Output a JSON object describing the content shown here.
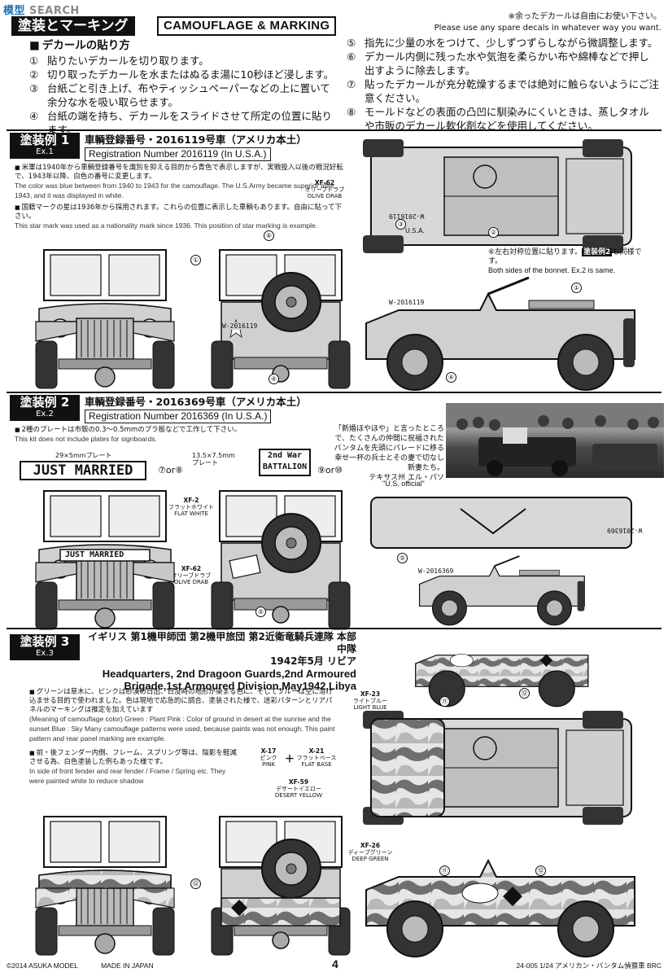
{
  "watermark": {
    "logo": "模型",
    "text": "SEARCH"
  },
  "header": {
    "badge": "塗装とマーキング",
    "title": "CAMOUFLAGE & MARKING",
    "note_jp": "※余ったデカールは自由にお使い下さい。",
    "note_en": "Please use any spare decals in whatever way you want."
  },
  "instructions": {
    "heading": "デカールの貼り方",
    "steps": [
      {
        "n": "①",
        "text": "貼りたいデカールを切り取ります。"
      },
      {
        "n": "②",
        "text": "切り取ったデカールを水またはぬるま湯に10秒ほど浸します。"
      },
      {
        "n": "③",
        "text": "台紙ごと引き上げ、布やティッシュペーパーなどの上に置いて余分な水を吸い取らせます。"
      },
      {
        "n": "④",
        "text": "台紙の端を持ち、デカールをスライドさせて所定の位置に貼ります。"
      },
      {
        "n": "⑤",
        "text": "指先に少量の水をつけて、少しずつずらしながら微調整します。"
      },
      {
        "n": "⑥",
        "text": "デカール内側に残った水や気泡を柔らかい布や綿棒などで押し出すように除去します。"
      },
      {
        "n": "⑦",
        "text": "貼ったデカールが充分乾燥するまでは絶対に触らないようにご注意ください。"
      },
      {
        "n": "⑧",
        "text": "モールドなどの表面の凸凹に馴染みにくいときは、蒸しタオルや市販のデカール軟化剤などを使用してください。"
      }
    ]
  },
  "ex1": {
    "label_jp": "塗装例 1",
    "label_en": "Ex.1",
    "title_jp": "車輌登録番号・2016119号車（アメリカ本土）",
    "title_en": "Registration Number 2016119 (In U.S.A.)",
    "note1_jp": "米軍は1940年から車輌登録番号を識別を抑える目的から青色で表示しますが、実戦投入以後の戦況好転で、1943年以降、白色の番号に変更します。",
    "note1_en": "The color was blue between from 1940 to 1943 for the camouflage. The U.S.Army became superior after 1943, and it was displayed in white.",
    "note2_jp": "国籍マークの星は1936年から採用されます。これらの位置に表示した車輌もあります。自由に貼って下さい。",
    "note2_en": "This star mark was used as a nationality mark since 1936. This position of star marking is example.",
    "paint_code": "XF-62",
    "paint_jp": "オリーブドラブ",
    "paint_en": "OLIVE DRAB",
    "callout_jp": "⑥左右対称位置に貼ります。",
    "callout_ex": "塗装例2",
    "callout_jp2": "も同様です。",
    "callout_en": "Both sides of the bonnet.  Ex.2 is same.",
    "plate_rear": "W-2016119",
    "hood_text": "W-2016119",
    "side_text": "W-2016119",
    "usa": "U.S.A."
  },
  "ex2": {
    "label_jp": "塗装例 2",
    "label_en": "Ex.2",
    "title_jp": "車輌登録番号・2016369号車（アメリカ本土）",
    "title_en": "Registration Number 2016369 (In U.S.A.)",
    "note_jp": "2種のプレートは市販の0.3〜0.5mmのプラ板などで工作して下さい。",
    "note_en": "This kit does not include plates for signboards.",
    "plate1_size": "29×5mmプレート",
    "plate1_text": "JUST MARRIED",
    "plate1_or": "⑦or⑧",
    "plate2_size": "13.5×7.5mm",
    "plate2_word": "プレート",
    "plate2_line1": "2nd War",
    "plate2_line2": "BATTALION",
    "plate2_or": "⑨or⑩",
    "paint1_code": "XF-2",
    "paint1_jp": "フラットホワイト",
    "paint1_en": "FLAT WHITE",
    "paint2_code": "XF-62",
    "paint2_jp": "オリーブドラブ",
    "paint2_en": "OLIVE DRAB",
    "photo_cap": "「新婚ほやほや」と言ったところで、たくさんの仲間に祝福されたバンタムを先頭にパレードに移る幸せ一杯の兵士とその妻で切なし新妻たち。",
    "photo_place": "テキサス州 エル・パソ",
    "photo_credit": "\"U.S. official\"",
    "side_text": "W-2016369",
    "hood_text": "W-2016369"
  },
  "ex3": {
    "label_jp": "塗装例 3",
    "label_en": "Ex.3",
    "title_jp1": "イギリス 第1機甲師団 第2機甲旅団 第2近衛竜騎兵連隊 本部中隊",
    "title_jp2": "1942年5月 リビア",
    "title_en1": "Headquarters, 2nd Dragoon Guards,2nd Armoured",
    "title_en2": "Brigade,1st Armoured Division,May1942,Libya",
    "note1_jp": "グリーンは草木に、ピンクは砂漠の日出、日没時の地形が染まる色に、そしてブルーは空に溶け込ませる目的で使われました。色は現地で応急的に調合、塗装された様で、迷彩パターンとリアパネルのマーキングは推定を加えています",
    "note1_en": "(Meaning of camouflage color) Green : Plant  Pink : Color of ground in desert at the sunrise and the sunset  Blue : Sky  Many camouflage patterns were used, because paints was not enough.  This paint pattern and rear panel marking are example.",
    "note2_jp": "前・後フェンダー内側、フレーム、スプリング等は、陰影を軽減させる為、白色塗装した例もあった様です。",
    "note2_en": "In side of front fender and rear fender / Frame / Spring etc.  They were painted white to reduce shadow",
    "paints": [
      {
        "code": "XF-23",
        "jp": "ライトブルー",
        "en": "LIGHT BLUE"
      },
      {
        "code": "X-17",
        "jp": "ピンク",
        "en": "PINK"
      },
      {
        "code": "X-21",
        "jp": "フラットベース",
        "en": "FLAT BASE"
      },
      {
        "code": "XF-59",
        "jp": "デザートイエロー",
        "en": "DESERT YELLOW"
      },
      {
        "code": "XF-26",
        "jp": "ディープグリーン",
        "en": "DEEP GREEN"
      }
    ],
    "plus": "＋"
  },
  "footer": {
    "copy": "©2014 ASUKA MODEL",
    "made": "MADE IN JAPAN",
    "page": "4",
    "code": "24-005  1/24 アメリカン・バンタム偵察車 BRC"
  },
  "colors": {
    "ink": "#111111",
    "olive": "#c8c8c8",
    "sand": "#e8e8e8",
    "green_camo": "#6f6f6f",
    "pink_camo": "#cfcfcf"
  }
}
